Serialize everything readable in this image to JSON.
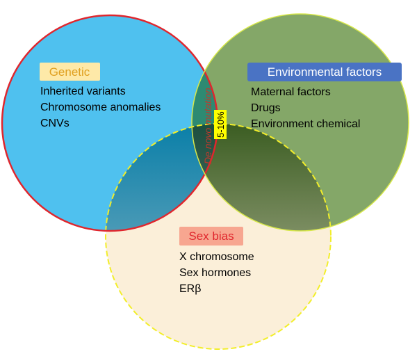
{
  "circles": {
    "genetic": {
      "label": "Genetic",
      "items": [
        "Inherited variants",
        "Chromosome anomalies",
        "CNVs"
      ],
      "fill": "#4fc1ef",
      "stroke": "#e0262d",
      "label_bg": "#fee9a8",
      "label_color": "#e0a020"
    },
    "environmental": {
      "label": "Environmental factors",
      "items": [
        "Maternal factors",
        "Drugs",
        "Environment chemical"
      ],
      "fill": "#84a768",
      "stroke": "#d8e84a",
      "label_bg": "#4a73c4",
      "label_color": "#ffffff"
    },
    "sex_bias": {
      "label": "Sex bias",
      "items": [
        "X chromosome",
        "Sex hormones",
        "ERβ"
      ],
      "fill": "#fbefd9",
      "stroke": "#f2ee2a",
      "label_bg": "#f7a690",
      "label_color": "#e0262d"
    }
  },
  "overlap": {
    "de_novo_label": "De novo mutation",
    "percent": "5-10%",
    "percent_bg": "#ffff00",
    "label_color": "#c0392b"
  }
}
